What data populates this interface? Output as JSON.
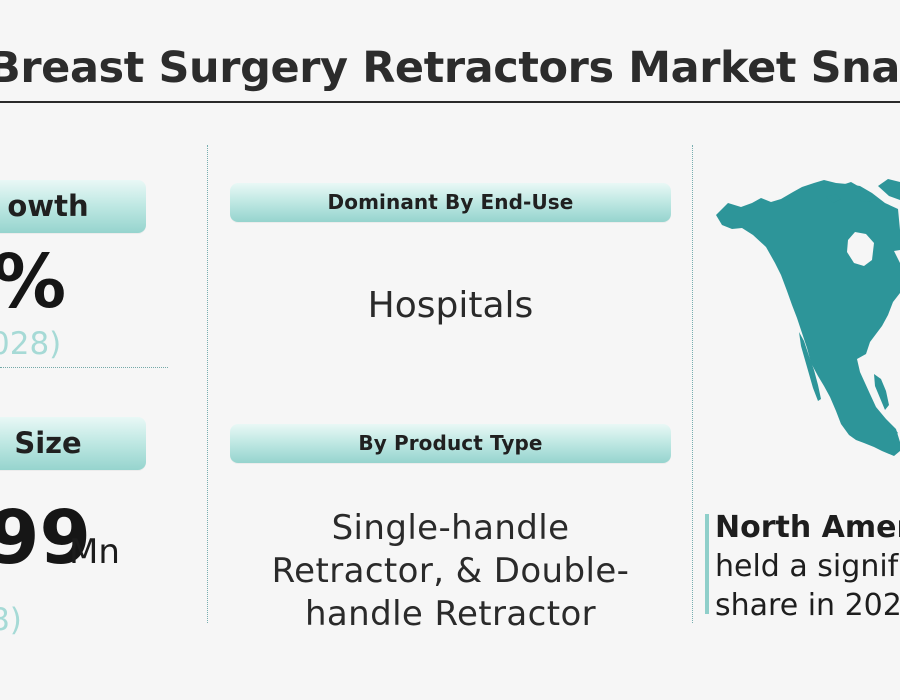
{
  "page": {
    "title": "Breast Surgery Retractors Market Snapsho"
  },
  "left": {
    "growth_label": "owth",
    "growth_value": "%",
    "growth_period": "028)",
    "size_label": "Size",
    "size_value": "99",
    "size_unit": "Mn",
    "size_year": "8)"
  },
  "middle": {
    "end_use_label": "Dominant By End-Use",
    "end_use_value": "Hospitals",
    "product_label": "By Product Type",
    "product_value_line1": "Single-handle",
    "product_value_line2": "Retractor, & Double-",
    "product_value_line3": "handle Retractor"
  },
  "right": {
    "region_name": "North Amer",
    "region_desc_line1": "held a signif",
    "region_desc_line2": "share in 202"
  },
  "colors": {
    "teal": "#2d9599",
    "teal_light": "#bfe8e3",
    "teal_text": "#a6dad6",
    "dark_text": "#1e1e1e"
  },
  "icons": {
    "map": "north-america-map-icon"
  }
}
